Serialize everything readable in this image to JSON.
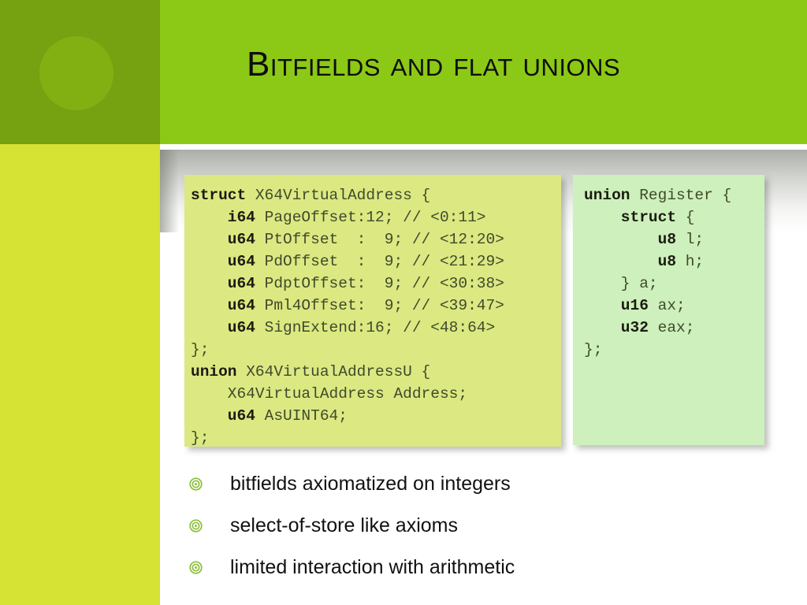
{
  "slide": {
    "title": "Bitfields and flat unions",
    "background_color": "#ffffff"
  },
  "decor": {
    "header_band_color": "#8cc816",
    "left_top_block_color": "#76a110",
    "left_circle_color": "#82b013",
    "left_bottom_block_color": "#d6e234",
    "circle_icon_name": "decorative-circle"
  },
  "code_panels": [
    {
      "id": "left",
      "background_color": "#dce882",
      "lines": [
        [
          {
            "t": "struct",
            "b": true
          },
          {
            "t": " X64VirtualAddress {",
            "b": false
          }
        ],
        [
          {
            "t": "    i64",
            "b": true
          },
          {
            "t": " PageOffset:12; // <0:11>",
            "b": false
          }
        ],
        [
          {
            "t": "    u64",
            "b": true
          },
          {
            "t": " PtOffset  :  9; // <12:20>",
            "b": false
          }
        ],
        [
          {
            "t": "    u64",
            "b": true
          },
          {
            "t": " PdOffset  :  9; // <21:29>",
            "b": false
          }
        ],
        [
          {
            "t": "    u64",
            "b": true
          },
          {
            "t": " PdptOffset:  9; // <30:38>",
            "b": false
          }
        ],
        [
          {
            "t": "    u64",
            "b": true
          },
          {
            "t": " Pml4Offset:  9; // <39:47>",
            "b": false
          }
        ],
        [
          {
            "t": "    u64",
            "b": true
          },
          {
            "t": " SignExtend:16; // <48:64>",
            "b": false
          }
        ],
        [
          {
            "t": "};",
            "b": false
          }
        ],
        [
          {
            "t": "union",
            "b": true
          },
          {
            "t": " X64VirtualAddressU {",
            "b": false
          }
        ],
        [
          {
            "t": "    X64VirtualAddress Address;",
            "b": false
          }
        ],
        [
          {
            "t": "    u64",
            "b": true
          },
          {
            "t": " AsUINT64;",
            "b": false
          }
        ],
        [
          {
            "t": "};",
            "b": false
          }
        ]
      ]
    },
    {
      "id": "right",
      "background_color": "#cdf0bc",
      "lines": [
        [
          {
            "t": "union",
            "b": true
          },
          {
            "t": " Register {",
            "b": false
          }
        ],
        [
          {
            "t": "    struct",
            "b": true
          },
          {
            "t": " {",
            "b": false
          }
        ],
        [
          {
            "t": "        u8",
            "b": true
          },
          {
            "t": " l;",
            "b": false
          }
        ],
        [
          {
            "t": "        u8",
            "b": true
          },
          {
            "t": " h;",
            "b": false
          }
        ],
        [
          {
            "t": "    } a;",
            "b": false
          }
        ],
        [
          {
            "t": "    u16",
            "b": true
          },
          {
            "t": " ax;",
            "b": false
          }
        ],
        [
          {
            "t": "    u32",
            "b": true
          },
          {
            "t": " eax;",
            "b": false
          }
        ],
        [
          {
            "t": "};",
            "b": false
          }
        ]
      ]
    }
  ],
  "bullets": {
    "marker_color": "#8cbe3c",
    "marker_icon_name": "concentric-circle-bullet-icon",
    "items": [
      "bitfields axiomatized on integers",
      "select-of-store like axioms",
      "limited interaction with arithmetic"
    ]
  }
}
